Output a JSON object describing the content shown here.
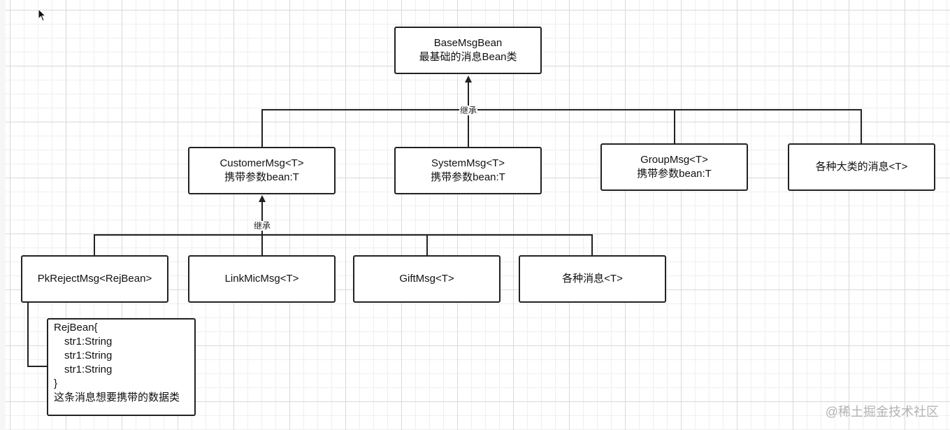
{
  "root": {
    "line1": "BaseMsgBean",
    "line2": "最基础的消息Bean类"
  },
  "inherit_label_top": "继承",
  "level1": [
    {
      "line1": "CustomerMsg<T>",
      "line2": "携带参数bean:T"
    },
    {
      "line1": "SystemMsg<T>",
      "line2": "携带参数bean:T"
    },
    {
      "line1": "GroupMsg<T>",
      "line2": "携带参数bean:T"
    },
    {
      "line1": "各种大类的消息<T>"
    }
  ],
  "inherit_label_mid": "继承",
  "level2": [
    {
      "line1": "PkRejectMsg<RejBean>"
    },
    {
      "line1": "LinkMicMsg<T>"
    },
    {
      "line1": "GiftMsg<T>"
    },
    {
      "line1": "各种消息<T>"
    }
  ],
  "note": {
    "lines": [
      "RejBean{",
      "str1:String",
      "str1:String",
      "str1:String",
      "}",
      "这条消息想要携带的数据类"
    ]
  },
  "watermark": "@稀土掘金技术社区"
}
